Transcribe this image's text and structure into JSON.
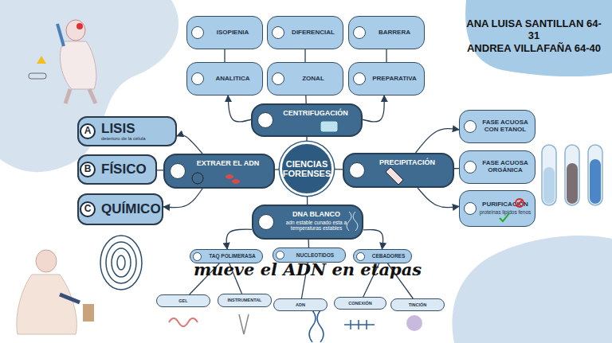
{
  "diagram": {
    "nodes": [
      {
        "text": [
          "ISOPIENIA"
        ]
      },
      {
        "text": [
          "DIFERENCIAL"
        ]
      },
      {
        "text": [
          "BARRERA"
        ]
      },
      {
        "text": [
          "ANA LUISA SANTILLAN 64-31",
          "ANDREA VILLAFAÑA 64-40"
        ]
      },
      {
        "text": [
          "ANALITICA"
        ]
      },
      {
        "text": [
          "ZONAL"
        ]
      },
      {
        "text": [
          "PREPARATIVA"
        ]
      },
      {
        "text": [
          "CENTRIFUGACIÓN"
        ]
      },
      {
        "text": [
          "LISIS",
          "deterioro de la célula"
        ]
      },
      {
        "text": [
          "A"
        ],
        "in": 8
      },
      {
        "text": [
          "FASE ACUOSA CON ETANOL"
        ]
      },
      {
        "text": [
          "EXTRAER EL ADN"
        ]
      },
      {
        "text": [
          "CIENCIAS FORENSES"
        ]
      },
      {
        "text": [
          "PRECIPITACIÓN"
        ]
      },
      {
        "text": [
          "FASE ACUOSA ORGÁNICA"
        ]
      },
      {
        "text": [
          "FÍSICO"
        ]
      },
      {
        "text": [
          "B"
        ],
        "in": 15
      },
      {
        "text": [
          "QUÍMICO"
        ]
      },
      {
        "text": [
          "C"
        ],
        "in": 17
      },
      {
        "text": [
          "PURIFICACIÓN",
          "proteinas lipidos fenos"
        ]
      },
      {
        "text": [
          "DNA BLANCO",
          "adn estable cunado esta a temperaturas estables"
        ]
      },
      {
        "text": [
          "TAQ POLIMERASA"
        ]
      },
      {
        "text": [
          "NUCLEOTIDOS"
        ]
      },
      {
        "text": [
          "CEBADORES"
        ]
      },
      {
        "text": [
          "GEL"
        ]
      },
      {
        "text": [
          "INSTRUMENTAL"
        ]
      },
      {
        "text": [
          "ADN"
        ]
      },
      {
        "text": [
          "CONEXIÓN"
        ]
      },
      {
        "text": [
          "TINCIÓN"
        ]
      }
    ],
    "edges": [
      {
        "from": 0,
        "to": 4,
        "arrow": "none"
      },
      {
        "from": 1,
        "to": 5,
        "arrow": "none"
      },
      {
        "from": 2,
        "to": 6,
        "arrow": "none"
      },
      {
        "from": 7,
        "to": 5,
        "arrow": "none"
      },
      {
        "from": 7,
        "to": 4,
        "arrow": "to"
      },
      {
        "from": 7,
        "to": 6,
        "arrow": "to"
      },
      {
        "from": 12,
        "to": 7,
        "arrow": "none"
      },
      {
        "from": 12,
        "to": 11,
        "arrow": "none"
      },
      {
        "from": 12,
        "to": 13,
        "arrow": "none"
      },
      {
        "from": 12,
        "to": 20,
        "arrow": "none"
      },
      {
        "from": 11,
        "to": 8,
        "arrow": "to"
      },
      {
        "from": 11,
        "to": 15,
        "arrow": "none"
      },
      {
        "from": 11,
        "to": 17,
        "arrow": "to"
      },
      {
        "from": 13,
        "to": 10,
        "arrow": "to"
      },
      {
        "from": 13,
        "to": 14,
        "arrow": "none"
      },
      {
        "from": 13,
        "to": 19,
        "arrow": "to"
      },
      {
        "from": 20,
        "to": 21,
        "arrow": "to"
      },
      {
        "from": 20,
        "to": 22,
        "arrow": "none"
      },
      {
        "from": 20,
        "to": 23,
        "arrow": "to"
      },
      {
        "from": 21,
        "to": 24,
        "arrow": "none"
      },
      {
        "from": 21,
        "to": 25,
        "arrow": "none"
      },
      {
        "from": 22,
        "to": 26,
        "arrow": "none"
      },
      {
        "from": 23,
        "to": 27,
        "arrow": "none"
      },
      {
        "from": 23,
        "to": 28,
        "arrow": "none"
      }
    ],
    "labels": [
      "mueve el ADN en etapas"
    ]
  }
}
